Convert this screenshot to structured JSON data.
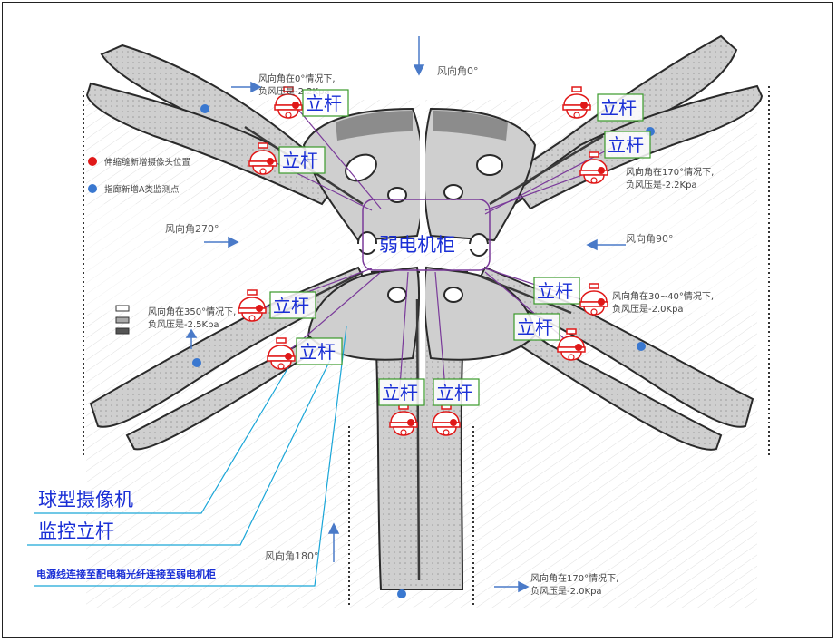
{
  "labels": {
    "wind_0": "风向角0°",
    "wind_90": "风向角90°",
    "wind_180": "风向角180°",
    "wind_270": "风向角270°",
    "note_0": [
      "风向角在0°情况下,",
      "负风压是-2.2Kpa"
    ],
    "note_170_top": [
      "风向角在170°情况下,",
      "负风压是-2.2Kpa"
    ],
    "note_30_40": [
      "风向角在30~40°情况下,",
      "负风压是-2.0Kpa"
    ],
    "note_350": [
      "风向角在350°情况下,",
      "负风压是-2.5Kpa"
    ],
    "note_170_bottom": [
      "风向角在170°情况下,",
      "负风压是-2.0Kpa"
    ]
  },
  "legend": {
    "red_dot": "伸缩缝新增摄像头位置",
    "blue_dot": "指廊新增A类监测点"
  },
  "center_box": "弱电机柜",
  "pole_label": "立杆",
  "callouts": {
    "camera": "球型摄像机",
    "pole": "监控立杆",
    "power": "电源线连接至配电箱光纤连接至弱电机柜"
  },
  "colors": {
    "pier_fill": "#cfcfcf",
    "pier_dark": "#8c8c8c",
    "label_blue": "#1a2fd6",
    "callout_cyan": "#1aa6d8",
    "box_purple": "#7a3a9a",
    "camera_red": "#e01818",
    "pole_green": "#3a9a2a",
    "dot_blue": "#3a78d0"
  }
}
